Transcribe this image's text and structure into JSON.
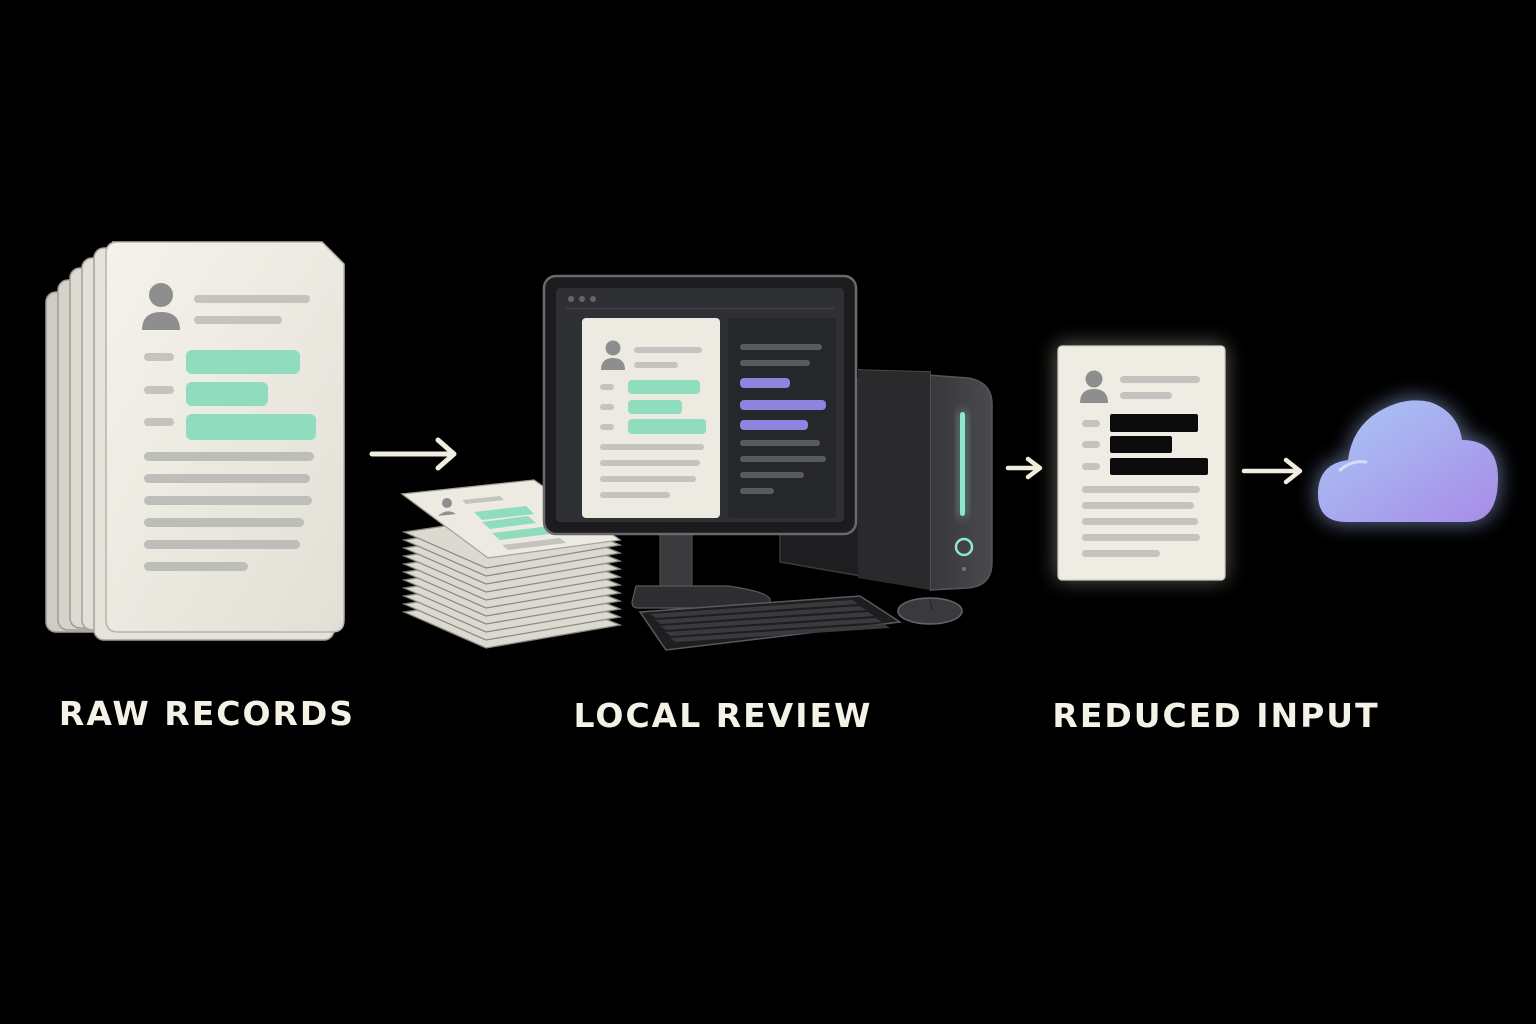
{
  "diagram": {
    "stages": [
      {
        "id": "raw",
        "label": "RAW RECORDS",
        "icon": "document-stack-icon"
      },
      {
        "id": "local",
        "label": "LOCAL REVIEW",
        "icon": "desktop-computer-icon"
      },
      {
        "id": "reduced",
        "label": "REDUCED INPUT",
        "icon": "redacted-document-icon"
      },
      {
        "id": "cloud",
        "label": "",
        "icon": "cloud-icon"
      }
    ],
    "colors": {
      "background": "#000000",
      "paper": "#EDEBE2",
      "highlight_green": "#8FDCBF",
      "highlight_purple": "#8F82E0",
      "redaction": "#0B0B0B",
      "cloud_blue": "#9DB8F2",
      "cloud_violet": "#A98EEA",
      "arrow": "#F2EEDD",
      "label_text": "#F4F1E6"
    }
  }
}
